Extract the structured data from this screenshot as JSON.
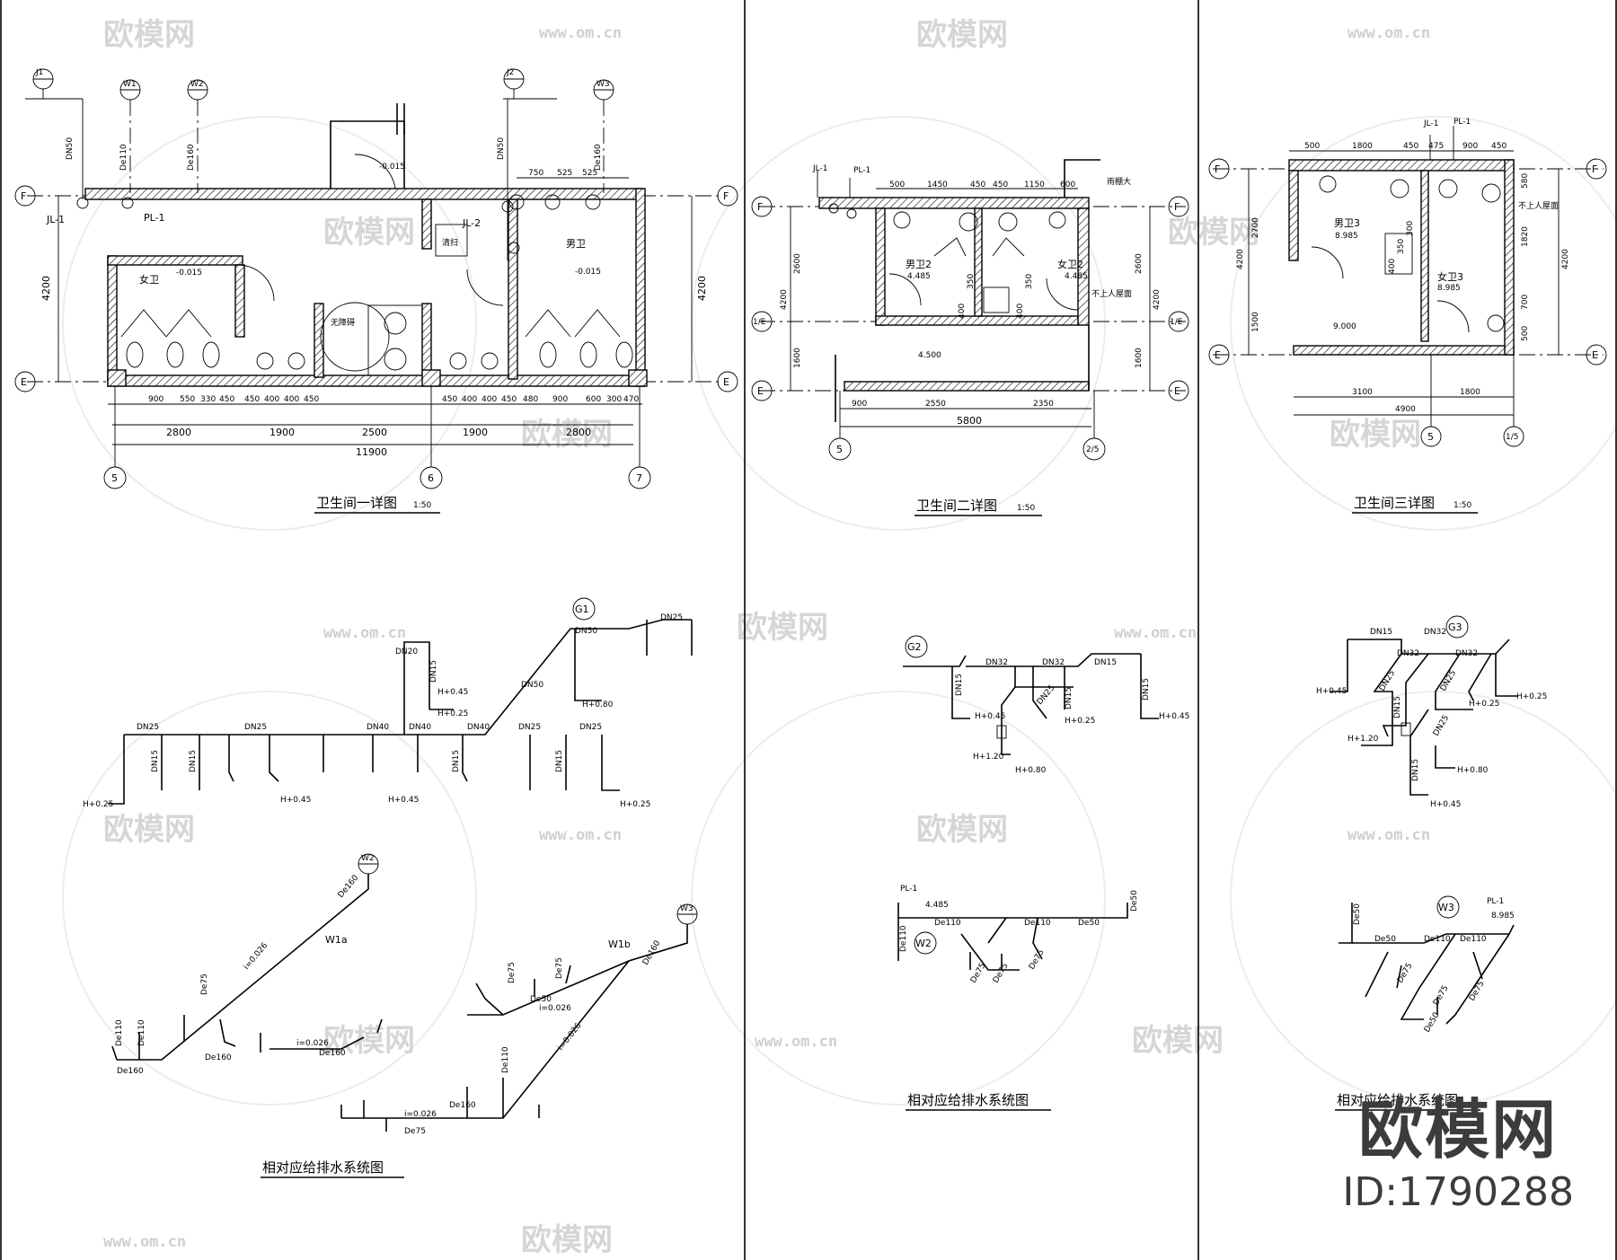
{
  "panels": {
    "plan1": {
      "title": "卫生间一详图",
      "scale": "1:50",
      "axis_left": "F",
      "axis_right": "F",
      "axis_bottom_left": "E",
      "axis_bottom_right": "E",
      "grid_bottom": [
        "5",
        "6",
        "7"
      ],
      "top_dims": [
        "750",
        "525",
        "525"
      ],
      "bottom_dims": [
        "900",
        "550",
        "330",
        "450",
        "450",
        "400",
        "400",
        "450",
        "450",
        "400",
        "400",
        "450",
        "480",
        "900",
        "600",
        "300",
        "470"
      ],
      "span_dims": [
        "2800",
        "1900",
        "2500",
        "1900",
        "2800"
      ],
      "total_dim": "11900",
      "height_dim": "4200",
      "rooms": [
        "女卫",
        "男卫",
        "无障碍"
      ],
      "labels": [
        "JL-1",
        "PL-1",
        "JL-2",
        "De110",
        "De160",
        "DN50",
        "-0.015",
        "清扫"
      ],
      "markers": [
        "J1",
        "W1",
        "W2",
        "J2",
        "W3"
      ]
    },
    "plan2": {
      "title": "卫生间二详图",
      "scale": "1:50",
      "axis_left": [
        "F",
        "1/E",
        "E"
      ],
      "axis_right": [
        "F",
        "1/E",
        "E"
      ],
      "grid_bottom": [
        "5",
        "2/5"
      ],
      "top_dims": [
        "500",
        "1450",
        "450",
        "450",
        "1150",
        "600"
      ],
      "bottom_dims": [
        "900",
        "2550",
        "2350"
      ],
      "total_dim": "5800",
      "side_dims": [
        "4200",
        "2600",
        "1600"
      ],
      "rooms": [
        "男卫2",
        "女卫2"
      ],
      "labels": [
        "JL-1",
        "PL-1",
        "4.485",
        "4.500",
        "400",
        "350",
        "不上人屋面",
        "雨棚大"
      ]
    },
    "plan3": {
      "title": "卫生间三详图",
      "scale": "1:50",
      "axis_left": [
        "F",
        "E"
      ],
      "axis_right": [
        "F",
        "E"
      ],
      "grid_bottom": [
        "5",
        "1/5"
      ],
      "top_dims": [
        "500",
        "1800",
        "450",
        "475",
        "900",
        "450"
      ],
      "bottom_dims": [
        "3100",
        "1800"
      ],
      "total_dim": "4900",
      "side_dims": [
        "2700",
        "1500",
        "4200",
        "580",
        "1820",
        "700",
        "500"
      ],
      "rooms": [
        "男卫3",
        "女卫3"
      ],
      "labels": [
        "JL-1",
        "PL-1",
        "8.985",
        "9.000",
        "不上人屋面",
        "400",
        "350",
        "300"
      ]
    },
    "system1": {
      "title": "相对应给排水系统图",
      "supply_id": "G1",
      "drain_ids": [
        "W1a",
        "W1b"
      ],
      "markers": [
        "W2",
        "W3"
      ],
      "labels": [
        "DN25",
        "DN40",
        "DN15",
        "DN50",
        "DN20",
        "H+0.25",
        "H+0.45",
        "H+0.80",
        "De160",
        "De110",
        "De75",
        "De50",
        "i=0.026"
      ]
    },
    "system2": {
      "title": "相对应给排水系统图",
      "supply_id": "G2",
      "drain_id": "W2",
      "labels": [
        "DN32",
        "DN15",
        "DN25",
        "H+0.45",
        "H+0.25",
        "H+1.20",
        "H+0.80",
        "PL-1",
        "4.485",
        "De110",
        "De50",
        "De75"
      ]
    },
    "system3": {
      "title": "相对应给排水系统图",
      "supply_id": "G3",
      "drain_id": "W3",
      "labels": [
        "DN15",
        "DN32",
        "DN25",
        "H+0.45",
        "H+0.25",
        "H+1.20",
        "H+0.80",
        "PL-1",
        "8.985",
        "De110",
        "De50",
        "De75"
      ]
    }
  },
  "watermark": {
    "text": "欧模网",
    "url": "www.om.cn"
  },
  "brand": {
    "name": "欧模网",
    "id": "ID:1790288"
  }
}
